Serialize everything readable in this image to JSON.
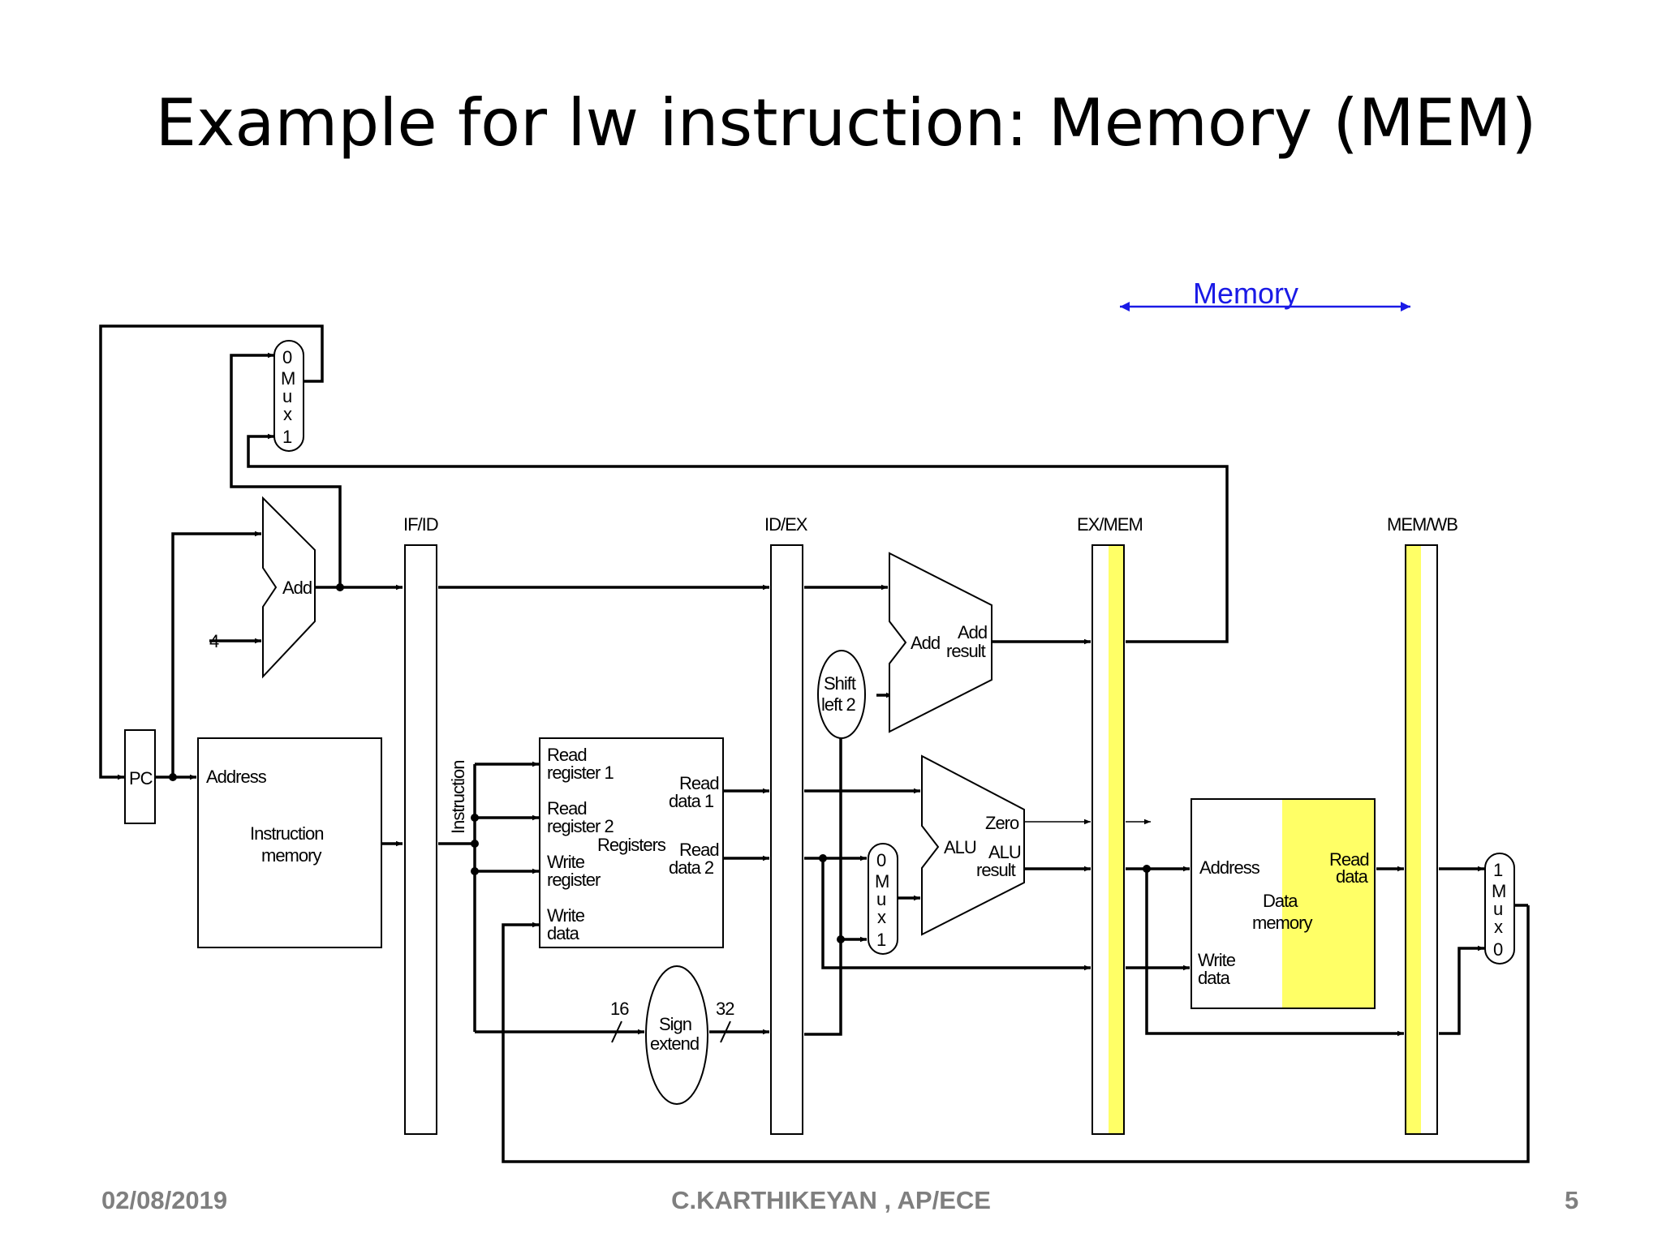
{
  "title": "Example for lw instruction: Memory (MEM)",
  "stage_label": "Memory",
  "pipeline_registers": {
    "if_id": "IF/ID",
    "id_ex": "ID/EX",
    "ex_mem": "EX/MEM",
    "mem_wb": "MEM/WB"
  },
  "pc": "PC",
  "const_four": "4",
  "add_top": "Add",
  "instruction_memory": {
    "address": "Address",
    "line1": "Instruction",
    "line2": "memory"
  },
  "instruction_label": "Instruction",
  "registers": {
    "read_reg1_l1": "Read",
    "read_reg1_l2": "register 1",
    "read_reg2_l1": "Read",
    "read_reg2_l2": "register 2",
    "write_reg_l1": "Write",
    "write_reg_l2": "register",
    "write_data_l1": "Write",
    "write_data_l2": "data",
    "name": "Registers",
    "read_data1_l1": "Read",
    "read_data1_l2": "data 1",
    "read_data2_l1": "Read",
    "read_data2_l2": "data 2"
  },
  "sign_extend": {
    "line1": "Sign",
    "line2": "extend",
    "in_bits": "16",
    "out_bits": "32"
  },
  "shift_left": {
    "line1": "Shift",
    "line2": "left 2"
  },
  "add_branch": {
    "name": "Add",
    "result_l1": "Add",
    "result_l2": "result"
  },
  "alu": {
    "name": "ALU",
    "zero": "Zero",
    "result_l1": "ALU",
    "result_l2": "result"
  },
  "mux_top": [
    "0",
    "M",
    "u",
    "x",
    "1"
  ],
  "mux_alu": [
    "0",
    "M",
    "u",
    "x",
    "1"
  ],
  "mux_wb": [
    "1",
    "M",
    "u",
    "x",
    "0"
  ],
  "data_memory": {
    "address": "Address",
    "read_l1": "Read",
    "read_l2": "data",
    "name_l1": "Data",
    "name_l2": "memory",
    "write_l1": "Write",
    "write_l2": "data"
  },
  "colors": {
    "highlight": "#ffff66",
    "stage_arrow": "#1a1ae6",
    "wire": "#000000"
  },
  "footer": {
    "date": "02/08/2019",
    "author": "C.KARTHIKEYAN , AP/ECE",
    "page": "5"
  }
}
